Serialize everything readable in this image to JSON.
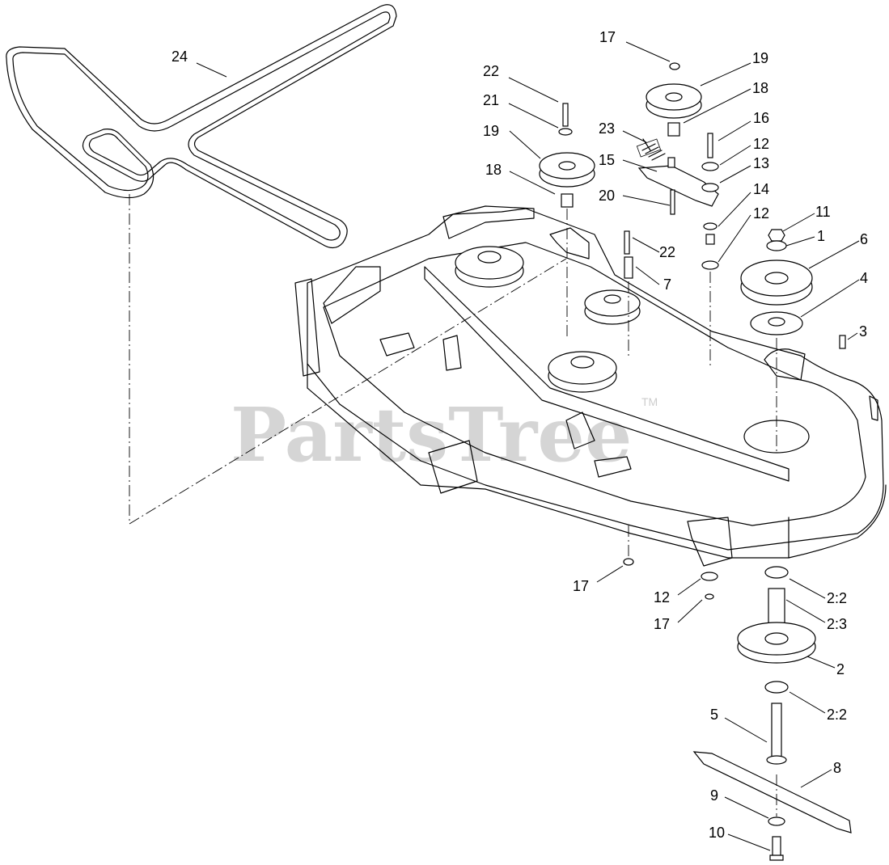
{
  "watermark": {
    "text": "PartsTree",
    "trademark": "TM"
  },
  "callouts": [
    {
      "label": "24"
    },
    {
      "label": "17"
    },
    {
      "label": "19"
    },
    {
      "label": "22"
    },
    {
      "label": "21"
    },
    {
      "label": "18"
    },
    {
      "label": "23"
    },
    {
      "label": "16"
    },
    {
      "label": "19"
    },
    {
      "label": "12"
    },
    {
      "label": "15"
    },
    {
      "label": "13"
    },
    {
      "label": "18"
    },
    {
      "label": "20"
    },
    {
      "label": "14"
    },
    {
      "label": "12"
    },
    {
      "label": "11"
    },
    {
      "label": "1"
    },
    {
      "label": "22"
    },
    {
      "label": "6"
    },
    {
      "label": "7"
    },
    {
      "label": "4"
    },
    {
      "label": "3"
    },
    {
      "label": "17"
    },
    {
      "label": "12"
    },
    {
      "label": "2:2"
    },
    {
      "label": "17"
    },
    {
      "label": "2:3"
    },
    {
      "label": "2"
    },
    {
      "label": "5"
    },
    {
      "label": "2:2"
    },
    {
      "label": "8"
    },
    {
      "label": "9"
    },
    {
      "label": "10"
    }
  ]
}
